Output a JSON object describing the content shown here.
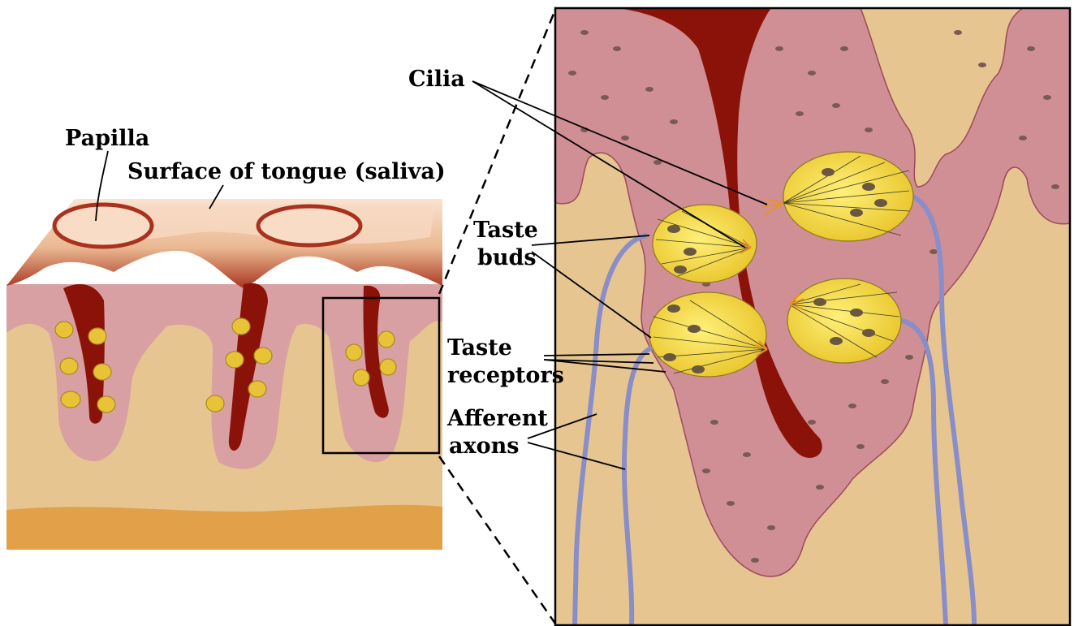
{
  "labels": {
    "papilla": "Papilla",
    "surface": "Surface of tongue (saliva)",
    "cilia": "Cilia",
    "taste_buds": [
      "Taste",
      "buds"
    ],
    "taste_receptors": [
      "Taste",
      "receptors"
    ],
    "afferent_axons": [
      "Afferent",
      "axons"
    ]
  },
  "colors": {
    "tissue_tan": "#e6c590",
    "base_orange": "#e2a048",
    "epithelium_pink": "#cf8f94",
    "cell_outline": "#9c4a5c",
    "nucleus": "#7a5a52",
    "groove_dark_red": "#8b1208",
    "taste_bud_yellow": "#f2d63a",
    "axon_blue": "#8a8ec8",
    "surface_peach": "#f6d7bd",
    "papilla_rim": "#a8321e"
  }
}
